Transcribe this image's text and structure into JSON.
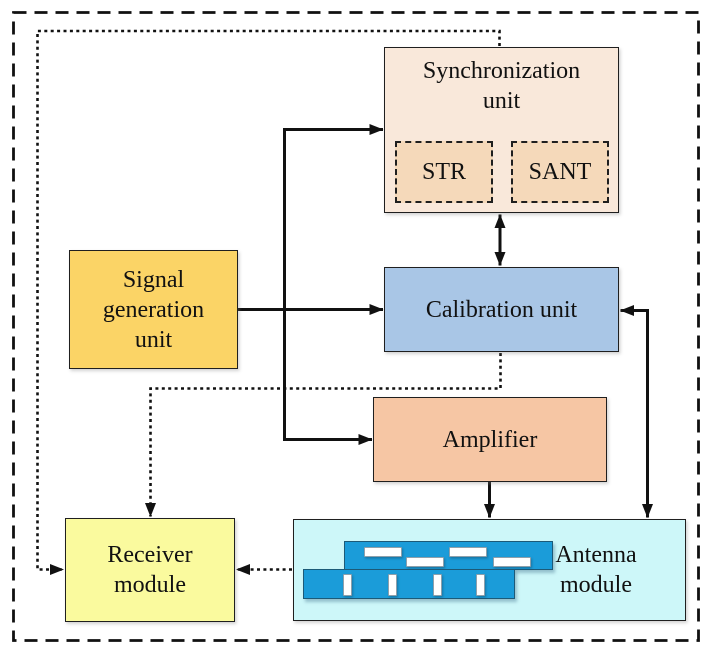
{
  "diagram": {
    "boxes": {
      "synchronization_unit": {
        "line1": "Synchronization",
        "line2": "unit",
        "fill": "#f9e8da"
      },
      "str": {
        "label": "STR",
        "fill": "#f5d9ba"
      },
      "sant": {
        "label": "SANT",
        "fill": "#f5d9ba"
      },
      "calibration_unit": {
        "label": "Calibration unit",
        "fill": "#a9c6e6"
      },
      "signal_generation_unit": {
        "line1": "Signal",
        "line2": "generation",
        "line3": "unit",
        "fill": "#fbd466"
      },
      "amplifier": {
        "label": "Amplifier",
        "fill": "#f6c6a4"
      },
      "receiver_module": {
        "line1": "Receiver",
        "line2": "module",
        "fill": "#fafa9e"
      },
      "antenna_module": {
        "line1": "Antenna",
        "line2": "module",
        "fill": "#cdf7f9",
        "panel_fill": "#1b9cd9",
        "panel_border": "#1c5a78"
      }
    },
    "colors": {
      "connector_line": "#111111",
      "text": "#111111",
      "box_border": "#1f1f1f",
      "background": "#ffffff"
    },
    "connections": {
      "solid": [
        "signal-generation-to-calibration",
        "signal-generation-to-synchronization",
        "signal-generation-to-amplifier",
        "synchronization-calibration-bidirectional",
        "amplifier-to-antenna",
        "calibration-antenna-bidirectional"
      ],
      "dashed": [
        "synchronization-to-receiver",
        "calibration-to-receiver",
        "antenna-to-receiver"
      ]
    }
  }
}
